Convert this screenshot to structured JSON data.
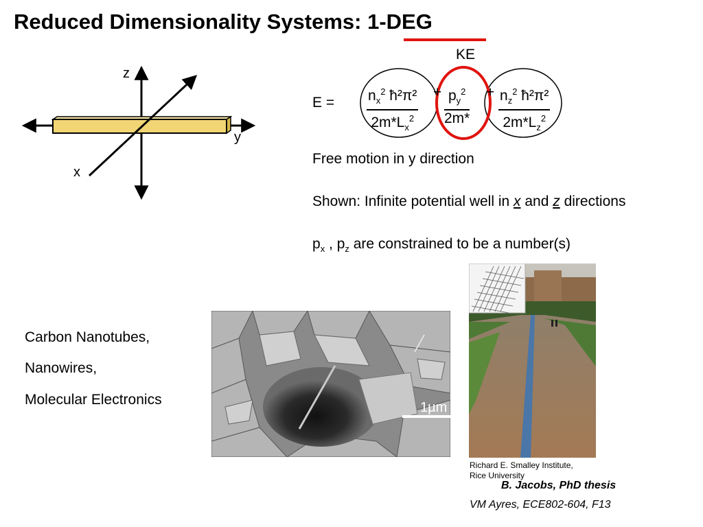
{
  "title": "Reduced Dimensionality Systems: 1-DEG",
  "ke_label": "KE",
  "equation": {
    "lhs": "E =",
    "term1": {
      "num_n": "n",
      "num_sub": "x",
      "num_sup": "2",
      "num_rest": " ħ²π²",
      "den": "2m*L",
      "den_sub": "x",
      "den_sup": "2"
    },
    "plus1": "+",
    "term2": {
      "num_p": "p",
      "num_sub": "y",
      "num_sup": "2",
      "den": "2m*"
    },
    "plus2": "+",
    "term3": {
      "num_n": "n",
      "num_sub": "z",
      "num_sup": "2",
      "num_rest": " ħ²π²",
      "den": "2m*L",
      "den_sub": "z",
      "den_sup": "2"
    }
  },
  "axes": {
    "z": "z",
    "y": "y",
    "x": "x"
  },
  "text": {
    "free_motion": "Free motion in y direction",
    "shown_prefix": "Shown: Infinite potential well in ",
    "shown_x": "x",
    "shown_and": " and ",
    "shown_z": "z",
    "shown_suffix": " directions",
    "p_x": "p",
    "p_x_sub": "x",
    "p_sep": " , p",
    "p_z_sub": "z",
    "p_suffix": " are constrained to be a number(s)"
  },
  "list": [
    "Carbon Nanotubes,",
    "Nanowires,",
    "Molecular Electronics"
  ],
  "sem_scale": "1µm",
  "photo_caption": [
    "Richard E. Smalley Institute,",
    "Rice University"
  ],
  "credits": {
    "thesis": "B. Jacobs, PhD thesis",
    "course": "VM Ayres, ECE802-604, F13"
  },
  "colors": {
    "accent_red": "#e0140e",
    "rod_yellow": "#f2d574"
  }
}
